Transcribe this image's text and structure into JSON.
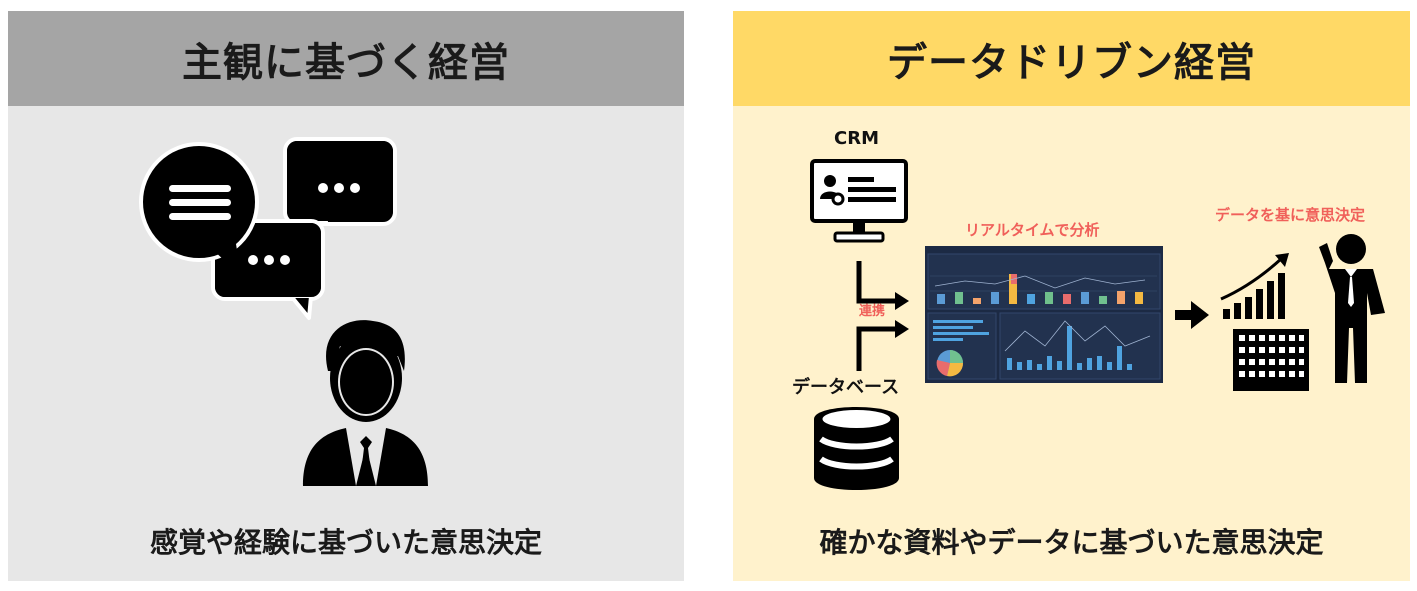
{
  "left_panel": {
    "title": "主観に基づく経営",
    "caption": "感覚や経験に基づいた意思決定",
    "icons": [
      "speech-bubble-icon",
      "ellipsis-icon",
      "businessman-icon"
    ]
  },
  "right_panel": {
    "title": "データドリブン経営",
    "caption": "確かな資料やデータに基づいた意思決定",
    "crm_label": "CRM",
    "database_label": "データベース",
    "link_label": "連携",
    "analysis_label": "リアルタイムで分析",
    "decision_label": "データを基に意思決定",
    "icons": [
      "monitor-icon",
      "database-icon",
      "dashboard-icon",
      "arrow-right-icon",
      "growth-chart-icon",
      "building-icon",
      "businessman-icon"
    ]
  },
  "colors": {
    "left_header": "#a5a5a5",
    "left_body": "#e7e7e7",
    "right_header": "#ffd966",
    "right_body": "#fff2cc",
    "accent_red": "#f0605a",
    "dashboard_bg": "#1c2a44"
  }
}
